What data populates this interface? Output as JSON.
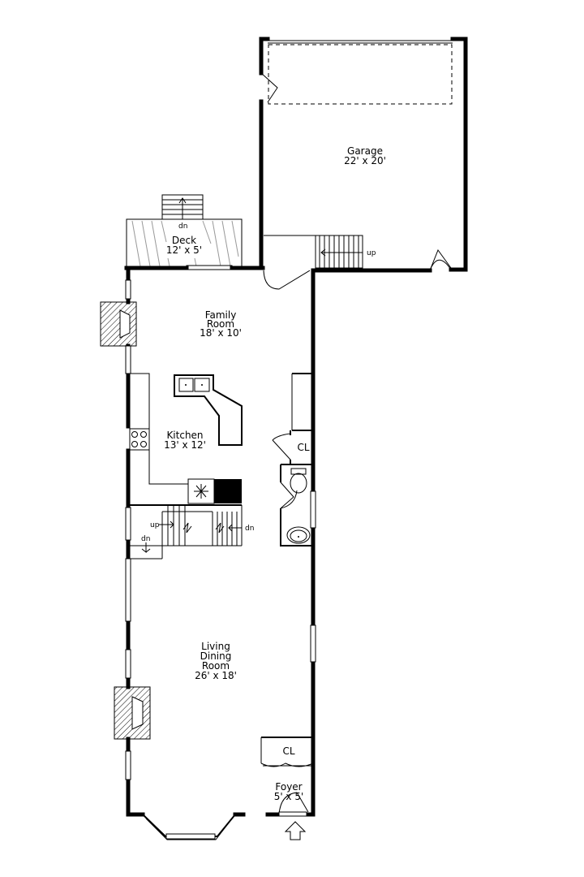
{
  "rooms": {
    "garage": {
      "name": "Garage",
      "size": "22' x 20'"
    },
    "deck": {
      "name": "Deck",
      "size": "12' x 5'"
    },
    "family": {
      "name_1": "Family",
      "name_2": "Room",
      "size": "18' x 10'"
    },
    "kitchen": {
      "name": "Kitchen",
      "size": "13' x 12'"
    },
    "living": {
      "name_1": "Living",
      "name_2": "Dining",
      "name_3": "Room",
      "size": "26' x 18'"
    },
    "foyer": {
      "name": "Foyer",
      "size": "5' x 5'"
    },
    "closet_upper": {
      "name": "CL"
    },
    "closet_lower": {
      "name": "CL"
    }
  },
  "stair_labels": {
    "deck_dn": "dn",
    "garage_up": "up",
    "main_up": "up",
    "main_dn_right": "dn",
    "main_dn_left": "dn"
  }
}
